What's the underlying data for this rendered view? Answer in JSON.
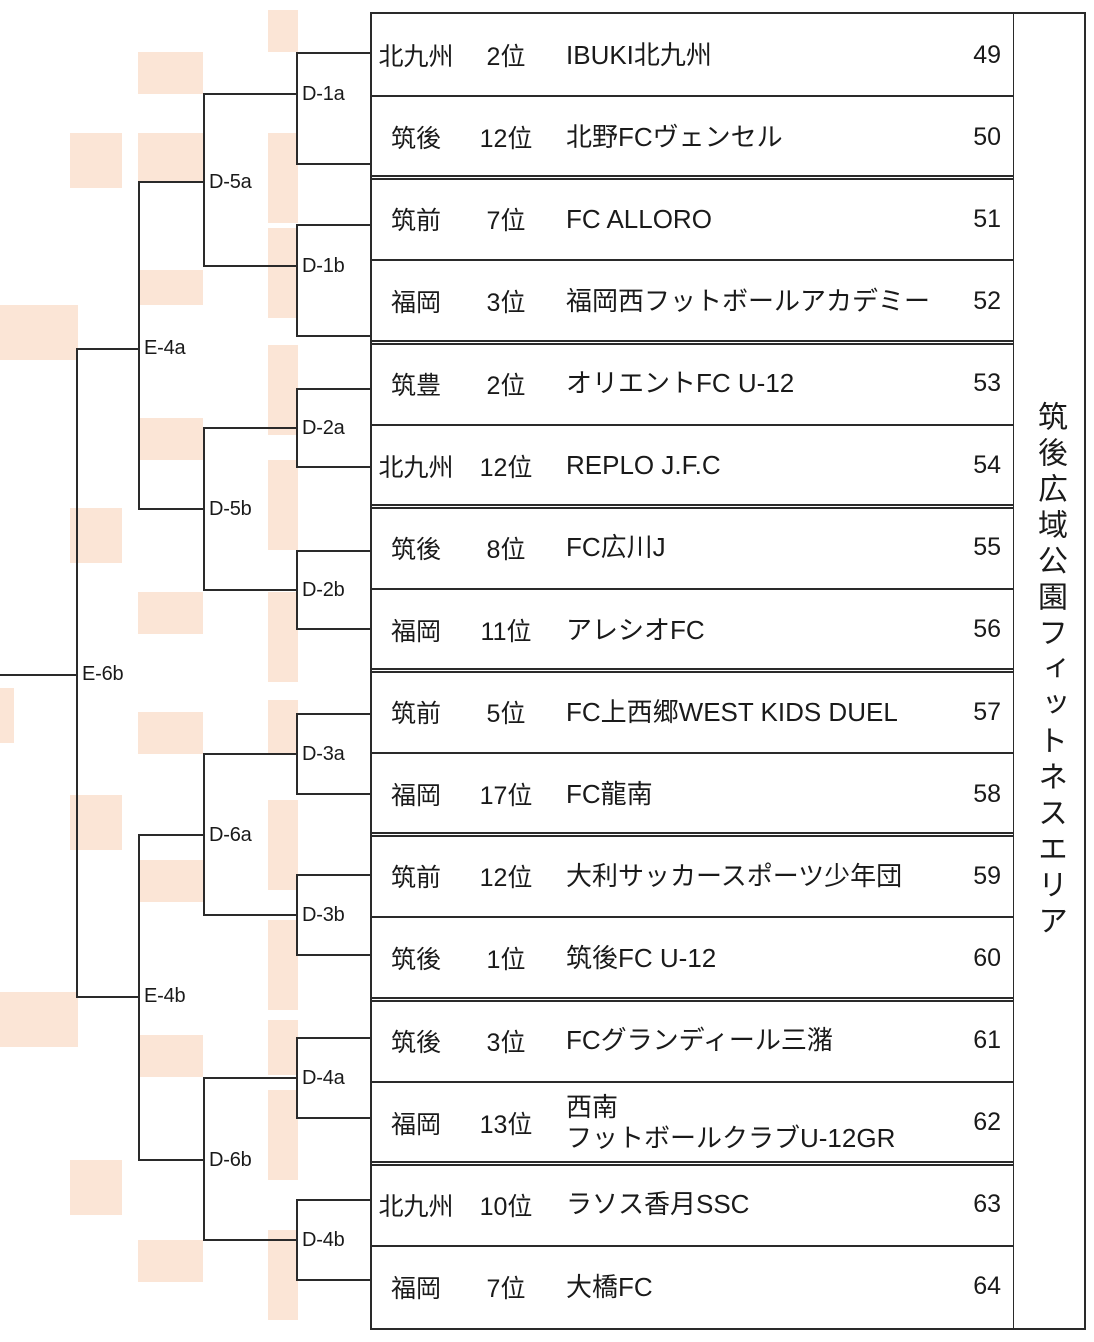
{
  "venue": {
    "name": "筑後広域公園フィットネスエリア"
  },
  "bracket": {
    "nodes": [
      {
        "id": "D-1a",
        "label": "D-1a"
      },
      {
        "id": "D-1b",
        "label": "D-1b"
      },
      {
        "id": "D-2a",
        "label": "D-2a"
      },
      {
        "id": "D-2b",
        "label": "D-2b"
      },
      {
        "id": "D-3a",
        "label": "D-3a"
      },
      {
        "id": "D-3b",
        "label": "D-3b"
      },
      {
        "id": "D-4a",
        "label": "D-4a"
      },
      {
        "id": "D-4b",
        "label": "D-4b"
      },
      {
        "id": "D-5a",
        "label": "D-5a"
      },
      {
        "id": "D-5b",
        "label": "D-5b"
      },
      {
        "id": "D-6a",
        "label": "D-6a"
      },
      {
        "id": "D-6b",
        "label": "D-6b"
      },
      {
        "id": "E-4a",
        "label": "E-4a"
      },
      {
        "id": "E-4b",
        "label": "E-4b"
      },
      {
        "id": "E-6b",
        "label": "E-6b"
      }
    ]
  },
  "table": {
    "rows": [
      {
        "region": "北九州",
        "rank": "2位",
        "team": "IBUKI北九州",
        "team2": "",
        "num": "49"
      },
      {
        "region": "筑後",
        "rank": "12位",
        "team": "北野FCヴェンセル",
        "team2": "",
        "num": "50"
      },
      {
        "region": "筑前",
        "rank": "7位",
        "team": "FC ALLORO",
        "team2": "",
        "num": "51"
      },
      {
        "region": "福岡",
        "rank": "3位",
        "team": "福岡西フットボールアカデミー",
        "team2": "",
        "num": "52"
      },
      {
        "region": "筑豊",
        "rank": "2位",
        "team": "オリエントFC U-12",
        "team2": "",
        "num": "53"
      },
      {
        "region": "北九州",
        "rank": "12位",
        "team": "REPLO J.F.C",
        "team2": "",
        "num": "54"
      },
      {
        "region": "筑後",
        "rank": "8位",
        "team": "FC広川J",
        "team2": "",
        "num": "55"
      },
      {
        "region": "福岡",
        "rank": "11位",
        "team": "アレシオFC",
        "team2": "",
        "num": "56"
      },
      {
        "region": "筑前",
        "rank": "5位",
        "team": "FC上西郷WEST KIDS DUEL",
        "team2": "",
        "num": "57"
      },
      {
        "region": "福岡",
        "rank": "17位",
        "team": "FC龍南",
        "team2": "",
        "num": "58"
      },
      {
        "region": "筑前",
        "rank": "12位",
        "team": "大利サッカースポーツ少年団",
        "team2": "",
        "num": "59"
      },
      {
        "region": "筑後",
        "rank": "1位",
        "team": "筑後FC U-12",
        "team2": "",
        "num": "60"
      },
      {
        "region": "筑後",
        "rank": "3位",
        "team": "FCグランディール三潴",
        "team2": "",
        "num": "61"
      },
      {
        "region": "福岡",
        "rank": "13位",
        "team": "西南",
        "team2": "フットボールクラブU-12GR",
        "num": "62"
      },
      {
        "region": "北九州",
        "rank": "10位",
        "team": "ラソス香月SSC",
        "team2": "",
        "num": "63"
      },
      {
        "region": "福岡",
        "rank": "7位",
        "team": "大橋FC",
        "team2": "",
        "num": "64"
      }
    ]
  },
  "colors": {
    "highlight": "#fbe5d6",
    "line": "#2a2a2a",
    "text": "#1a1a1a",
    "background": "#ffffff"
  }
}
